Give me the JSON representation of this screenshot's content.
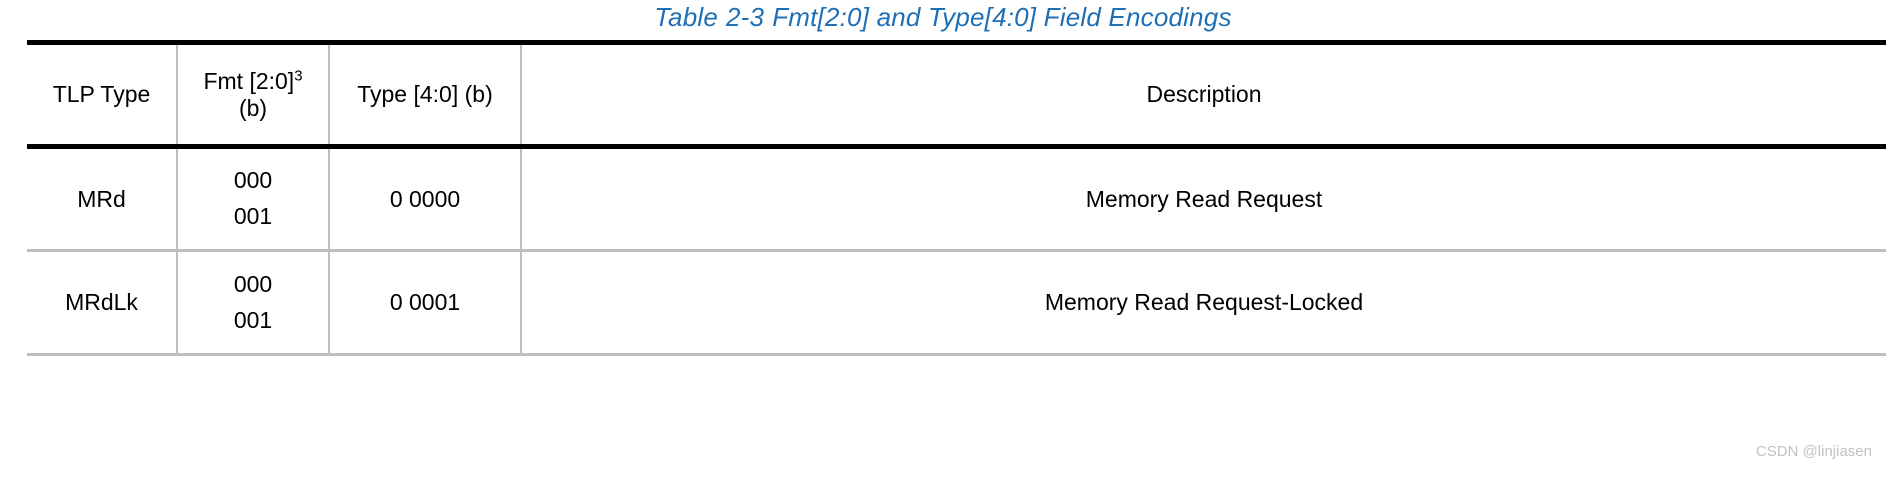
{
  "caption": {
    "label": "Table",
    "number": "2-3",
    "text": "Fmt[2:0] and Type[4:0] Field Encodings",
    "color": "#1F6FB5"
  },
  "table": {
    "columns": [
      {
        "key": "tlp_type",
        "header": "TLP Type"
      },
      {
        "key": "fmt",
        "header_line1": "Fmt [2:0]",
        "header_sup": "3",
        "header_line2": "(b)"
      },
      {
        "key": "type",
        "header": "Type [4:0] (b)"
      },
      {
        "key": "description",
        "header": "Description"
      }
    ],
    "rows": [
      {
        "tlp_type": "MRd",
        "fmt_line1": "000",
        "fmt_line2": "001",
        "type": "0 0000",
        "description": "Memory Read Request"
      },
      {
        "tlp_type": "MRdLk",
        "fmt_line1": "000",
        "fmt_line2": "001",
        "type": "0 0001",
        "description": "Memory Read Request-Locked"
      }
    ],
    "border_heavy_color": "#000000",
    "border_light_color": "#bfbfbf"
  },
  "watermark": {
    "text": "CSDN @linjiasen",
    "color": "#c2c2c2"
  }
}
